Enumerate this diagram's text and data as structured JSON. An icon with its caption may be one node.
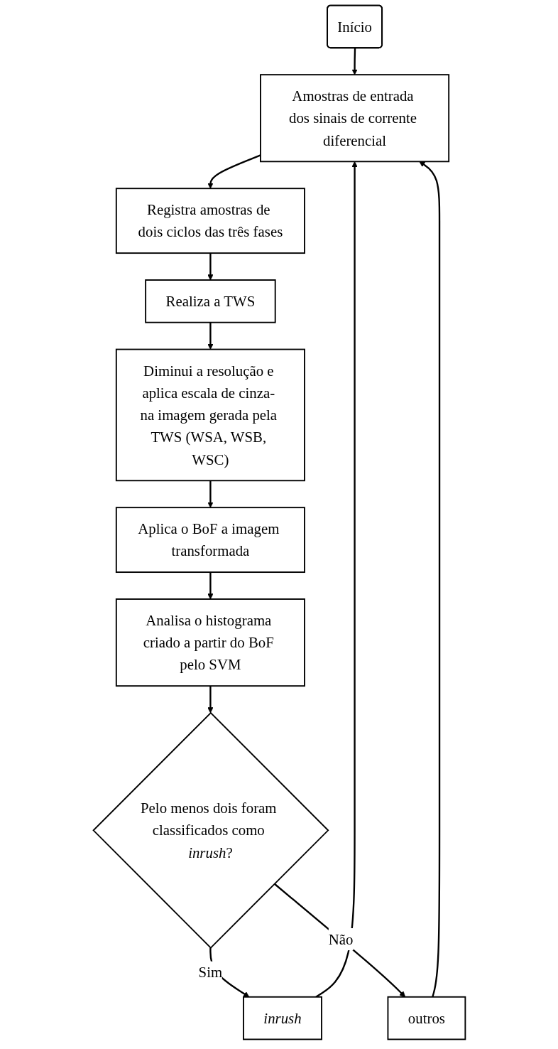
{
  "diagram": {
    "nodes": [
      {
        "text": [
          "Início"
        ]
      },
      {
        "text": [
          "Amostras de entrada dos sinais de corrente diferencial"
        ]
      },
      {
        "text": [
          "Registra amostras de dois ciclos das três fases"
        ]
      },
      {
        "text": [
          "Realiza a TWS"
        ]
      },
      {
        "text": [
          "Diminui a resolução e aplica escala de cinza- na imagem gerada pela TWS (WSA, WSB, WSC)"
        ]
      },
      {
        "text": [
          "Aplica o BoF a imagem transformada"
        ]
      },
      {
        "text": [
          "Analisa o histograma criado a partir do BoF pelo SVM"
        ]
      },
      {
        "text": [
          "Pelo menos dois foram classificados como *inrush*?"
        ]
      },
      {
        "text": [
          "inrush"
        ]
      },
      {
        "text": [
          "outros"
        ]
      }
    ],
    "edges": [
      {
        "from": 0,
        "to": 1,
        "arrow": "to"
      },
      {
        "from": 1,
        "to": 2,
        "arrow": "to"
      },
      {
        "from": 2,
        "to": 3,
        "arrow": "to"
      },
      {
        "from": 3,
        "to": 4,
        "arrow": "to"
      },
      {
        "from": 4,
        "to": 5,
        "arrow": "to"
      },
      {
        "from": 5,
        "to": 6,
        "arrow": "to"
      },
      {
        "from": 6,
        "to": 7,
        "arrow": "to"
      },
      {
        "from": 7,
        "to": 8,
        "label": "Sim",
        "arrow": "to"
      },
      {
        "from": 7,
        "to": 9,
        "label": "Não",
        "arrow": "to"
      },
      {
        "from": 8,
        "to": 1,
        "arrow": "to"
      },
      {
        "from": 9,
        "to": 1,
        "arrow": "to"
      }
    ]
  }
}
